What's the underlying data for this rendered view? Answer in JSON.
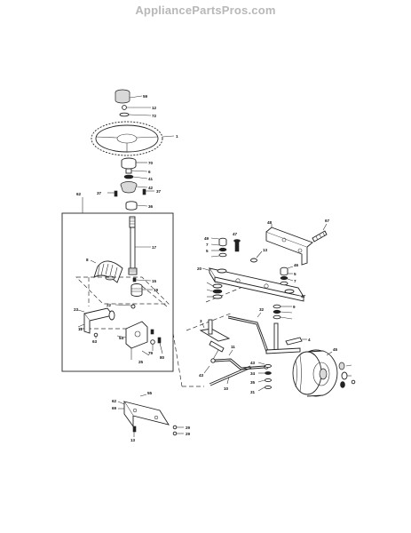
{
  "site_title": "AppliancePartsPros.com",
  "callouts": {
    "c59": "59",
    "c12": "12",
    "c72": "72",
    "c1": "1",
    "c70": "70",
    "c6": "6",
    "c41": "41",
    "c42": "42",
    "c37a": "37",
    "c37b": "37",
    "c36": "36",
    "c62": "62",
    "c17": "17",
    "c8": "8",
    "c15": "15",
    "c19": "19",
    "c22": "22",
    "c23": "23",
    "c11a": "11",
    "c63": "63",
    "c54": "54",
    "c25": "25",
    "c79": "79",
    "c80": "80",
    "c13a": "13",
    "c48": "48",
    "c67": "67",
    "c49": "49",
    "c7a": "7",
    "c5a": "5",
    "c47a": "47",
    "c20": "20",
    "c7b": "7",
    "c9": "9",
    "c13b": "13",
    "c46": "46",
    "c5b": "5",
    "c47b": "47",
    "c32": "32",
    "c3": "3",
    "c4": "4",
    "c11b": "11",
    "c43a": "43",
    "c10": "10",
    "c43b": "43",
    "c34": "34",
    "c35": "35",
    "c31": "31",
    "c45": "45",
    "c55": "55",
    "c62b": "62",
    "c69": "69",
    "c29a": "29",
    "c29b": "29",
    "c13c": "13"
  }
}
